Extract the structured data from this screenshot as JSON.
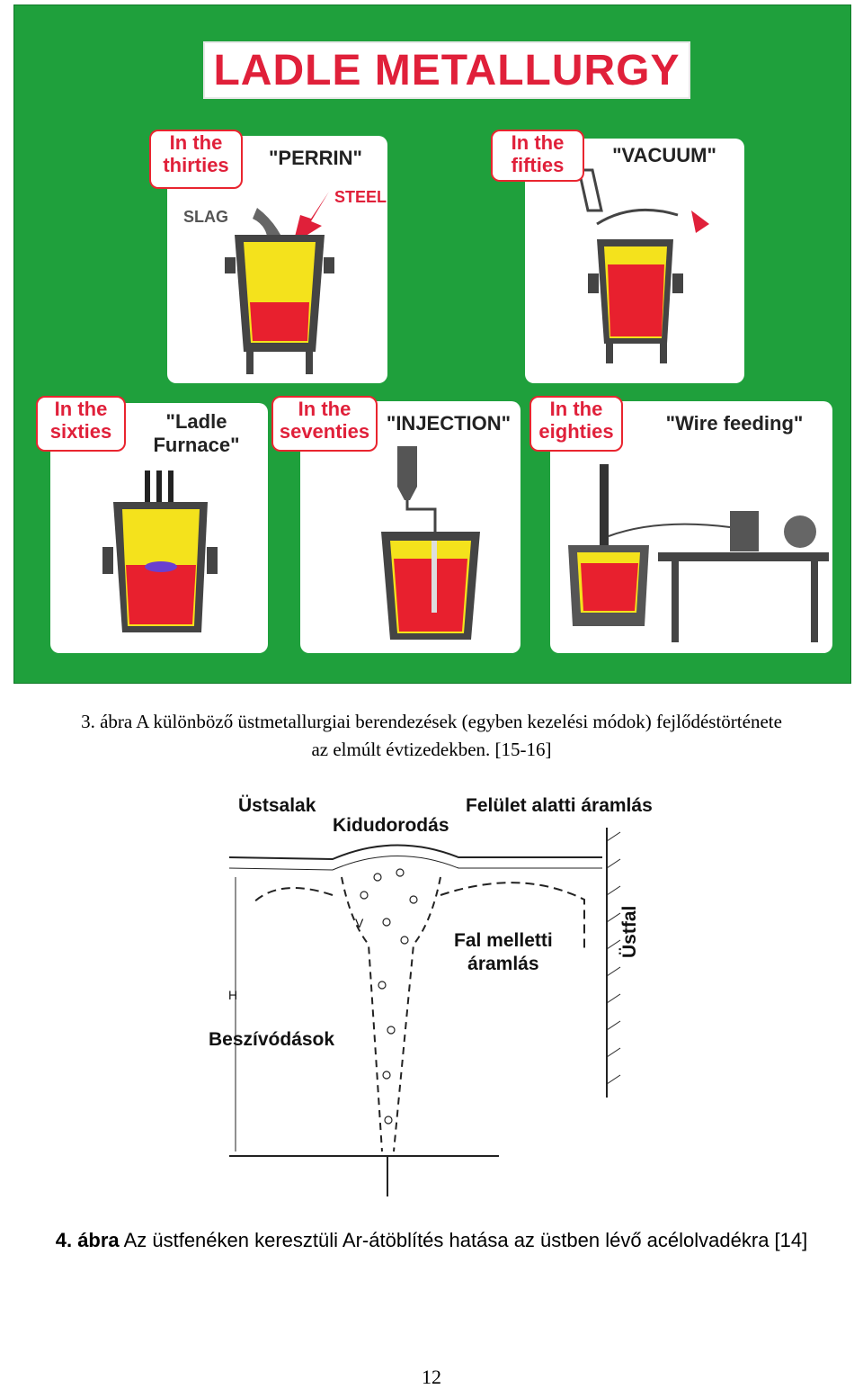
{
  "figure1": {
    "title": "LADLE METALLURGY",
    "panels": [
      {
        "era": "In the\nthirties",
        "name": "\"PERRIN\"",
        "labels": [
          "SLAG",
          "STEEL"
        ]
      },
      {
        "era": "In the\nfifties",
        "name": "\"VACUUM\"",
        "labels": []
      },
      {
        "era": "In the\nsixties",
        "name": "\"Ladle\nFurnace\"",
        "labels": []
      },
      {
        "era": "In the\nseventies",
        "name": "\"INJECTION\"",
        "labels": []
      },
      {
        "era": "In the\neighties",
        "name": "\"Wire feeding\"",
        "labels": []
      }
    ],
    "colors": {
      "background": "#1fa03c",
      "accent": "#e0203a",
      "molten": "#e8202e",
      "slag": "#f4e21c",
      "ladle": "#444444"
    }
  },
  "caption1": {
    "line1": "3. ábra A különböző üstmetallurgiai berendezések (egyben kezelési módok) fejlődéstörténete",
    "line2": "az elmúlt évtizedekben. [15-16]"
  },
  "figure2": {
    "labels": {
      "slag": "Üstsalak",
      "bulge": "Kidudorodás",
      "surface_flow": "Felület alatti áramlás",
      "wall_flow": "Fal melletti\náramlás",
      "wall": "Üstfal",
      "entrainment": "Beszívódások",
      "height": "H",
      "velocity": "V"
    }
  },
  "caption2": {
    "prefix": "4. ábra",
    "text": " Az üstfenéken keresztüli Ar-átöblítés hatása az üstben lévő acélolvadékra [14]"
  },
  "page_number": "12"
}
